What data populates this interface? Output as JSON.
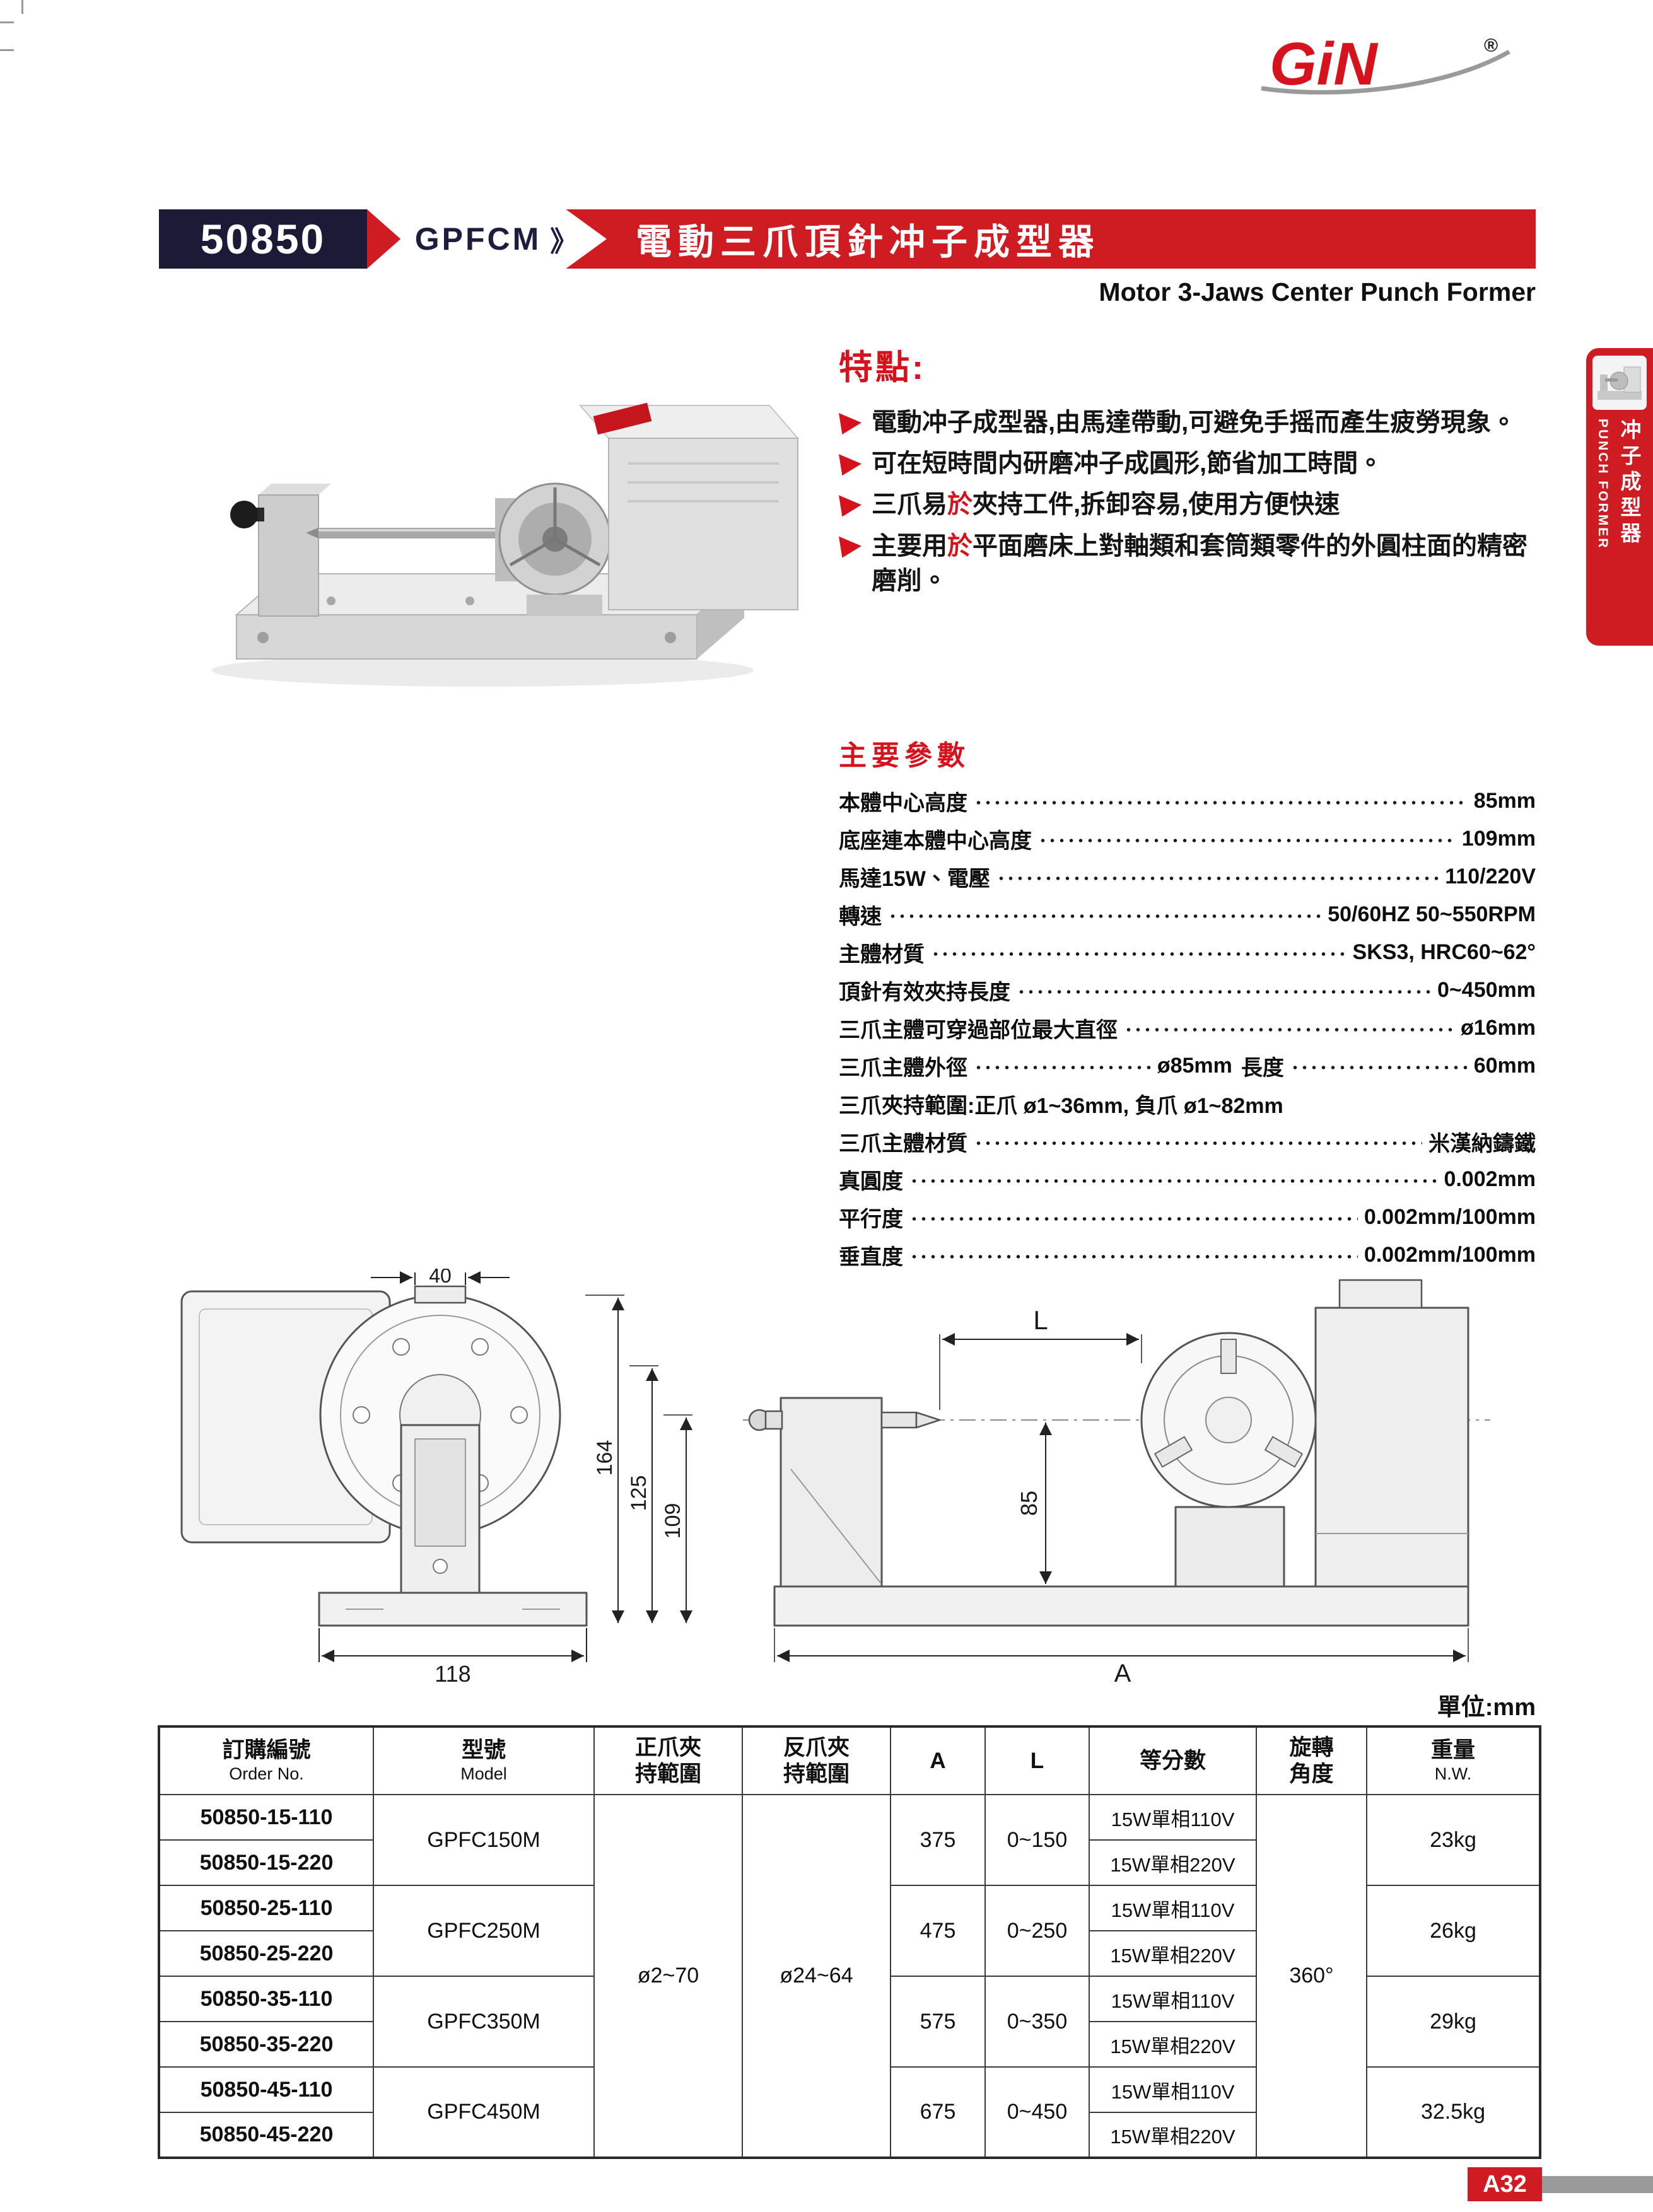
{
  "colors": {
    "accent_red": "#cf1b22",
    "navy": "#1b1b38"
  },
  "logo": {
    "text": "GiN",
    "reg": "®"
  },
  "header": {
    "code": "50850",
    "model_series": "GPFCM",
    "chevron": "》",
    "title_zh": "電動三爪頂針冲子成型器",
    "title_en": "Motor 3-Jaws Center Punch Former"
  },
  "side_tab": {
    "line_en": "PUNCH FORMER",
    "line_zh": "冲子成型器"
  },
  "features": {
    "heading": "特點:",
    "items": [
      {
        "pre": "電動冲子成型器,由馬達帶動,可避免手摇而產生疲勞現象。",
        "red": "",
        "post": ""
      },
      {
        "pre": "可在短時間内研磨冲子成圓形,節省加工時間。",
        "red": "",
        "post": ""
      },
      {
        "pre": "三爪易",
        "red": "於",
        "post": "夾持工件,拆卸容易,使用方便快速"
      },
      {
        "pre": "主要用",
        "red": "於",
        "post": "平面磨床上對軸類和套筒類零件的外圓柱面的精密磨削。"
      }
    ]
  },
  "specs": {
    "heading": "主要參數",
    "rows": [
      {
        "label": "本體中心高度",
        "value": "85mm"
      },
      {
        "label": "底座連本體中心高度",
        "value": "109mm"
      },
      {
        "label": "馬達15W、電壓",
        "value": "110/220V"
      },
      {
        "label": "轉速",
        "value": "50/60HZ 50~550RPM"
      },
      {
        "label": "主體材質",
        "value": "SKS3, HRC60~62°"
      },
      {
        "label": "頂針有效夾持長度",
        "value": "0~450mm"
      },
      {
        "label": "三爪主體可穿過部位最大直徑",
        "value": "ø16mm"
      },
      {
        "label": "三爪主體外徑",
        "value": "ø85mm",
        "label2": "長度",
        "value2": "60mm"
      },
      {
        "label": "三爪夾持範圍:正爪 ø1~36mm, 負爪 ø1~82mm"
      },
      {
        "label": "三爪主體材質",
        "value": "米漢納鑄鐵"
      },
      {
        "label": "真圓度",
        "value": "0.002mm"
      },
      {
        "label": "平行度",
        "value": "0.002mm/100mm"
      },
      {
        "label": "垂直度",
        "value": "0.002mm/100mm"
      }
    ]
  },
  "drawing": {
    "d40": "40",
    "d164": "164",
    "d125": "125",
    "d109": "109",
    "d118": "118",
    "L": "L",
    "d85": "85",
    "A": "A"
  },
  "unit_label": "單位:mm",
  "table": {
    "headers": {
      "order_zh": "訂購編號",
      "order_en": "Order No.",
      "model_zh": "型號",
      "model_en": "Model",
      "pos_jaw_l1": "正爪夾",
      "pos_jaw_l2": "持範圍",
      "neg_jaw_l1": "反爪夾",
      "neg_jaw_l2": "持範圍",
      "a": "A",
      "l": "L",
      "divisions": "等分數",
      "rotation_l1": "旋轉",
      "rotation_l2": "角度",
      "weight_zh": "重量",
      "weight_en": "N.W."
    },
    "pos_jaw_range": "ø2~70",
    "neg_jaw_range": "ø24~64",
    "rotation": "360°",
    "groups": [
      {
        "orders": [
          "50850-15-110",
          "50850-15-220"
        ],
        "model": "GPFC150M",
        "a": "375",
        "l": "0~150",
        "divisions": [
          "15W單相110V",
          "15W單相220V"
        ],
        "weight": "23kg"
      },
      {
        "orders": [
          "50850-25-110",
          "50850-25-220"
        ],
        "model": "GPFC250M",
        "a": "475",
        "l": "0~250",
        "divisions": [
          "15W單相110V",
          "15W單相220V"
        ],
        "weight": "26kg"
      },
      {
        "orders": [
          "50850-35-110",
          "50850-35-220"
        ],
        "model": "GPFC350M",
        "a": "575",
        "l": "0~350",
        "divisions": [
          "15W單相110V",
          "15W單相220V"
        ],
        "weight": "29kg"
      },
      {
        "orders": [
          "50850-45-110",
          "50850-45-220"
        ],
        "model": "GPFC450M",
        "a": "675",
        "l": "0~450",
        "divisions": [
          "15W單相110V",
          "15W單相220V"
        ],
        "weight": "32.5kg"
      }
    ]
  },
  "footer": {
    "page_number": "A32"
  }
}
